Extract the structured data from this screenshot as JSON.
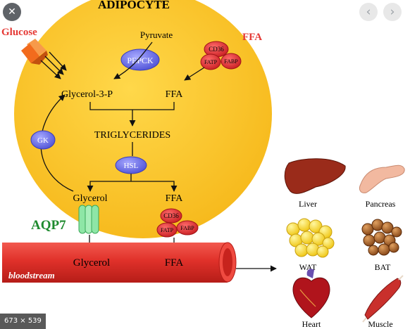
{
  "title": "ADIPOCYTE",
  "inputs": {
    "glucose": "Glucose",
    "ffa": "FFA"
  },
  "enzymes": {
    "pepck": "PEPCK",
    "gk": "GK",
    "hsl": "HSL"
  },
  "transporters": {
    "cd36": "CD36",
    "fatp": "FATP",
    "fabp": "FABP",
    "aqp7": "AQP7"
  },
  "metabolites": {
    "pyruvate": "Pyruvate",
    "glycerol_3_p": "Glycerol-3-P",
    "ffa": "FFA",
    "triglycerides": "TRIGLYCERIDES",
    "glycerol": "Glycerol"
  },
  "bloodstream": {
    "label": "bloodstream",
    "glycerol": "Glycerol",
    "ffa": "FFA"
  },
  "tissues": {
    "liver": "Liver",
    "pancreas": "Pancreas",
    "wat": "WAT",
    "bat": "BAT",
    "heart": "Heart",
    "muscle": "Muscle"
  },
  "viewer": {
    "dimensions": "673 × 539"
  },
  "colors": {
    "cell": "#fdc42b",
    "glucose_label": "#e53935",
    "aqp7_label": "#1e8a2e",
    "transporter": "#e8353a",
    "enzyme": "#6f72e8",
    "aqp7_channel": "#8ee6a6",
    "vessel": "#e0312a",
    "glucose_transporter": "#f26b1d"
  }
}
